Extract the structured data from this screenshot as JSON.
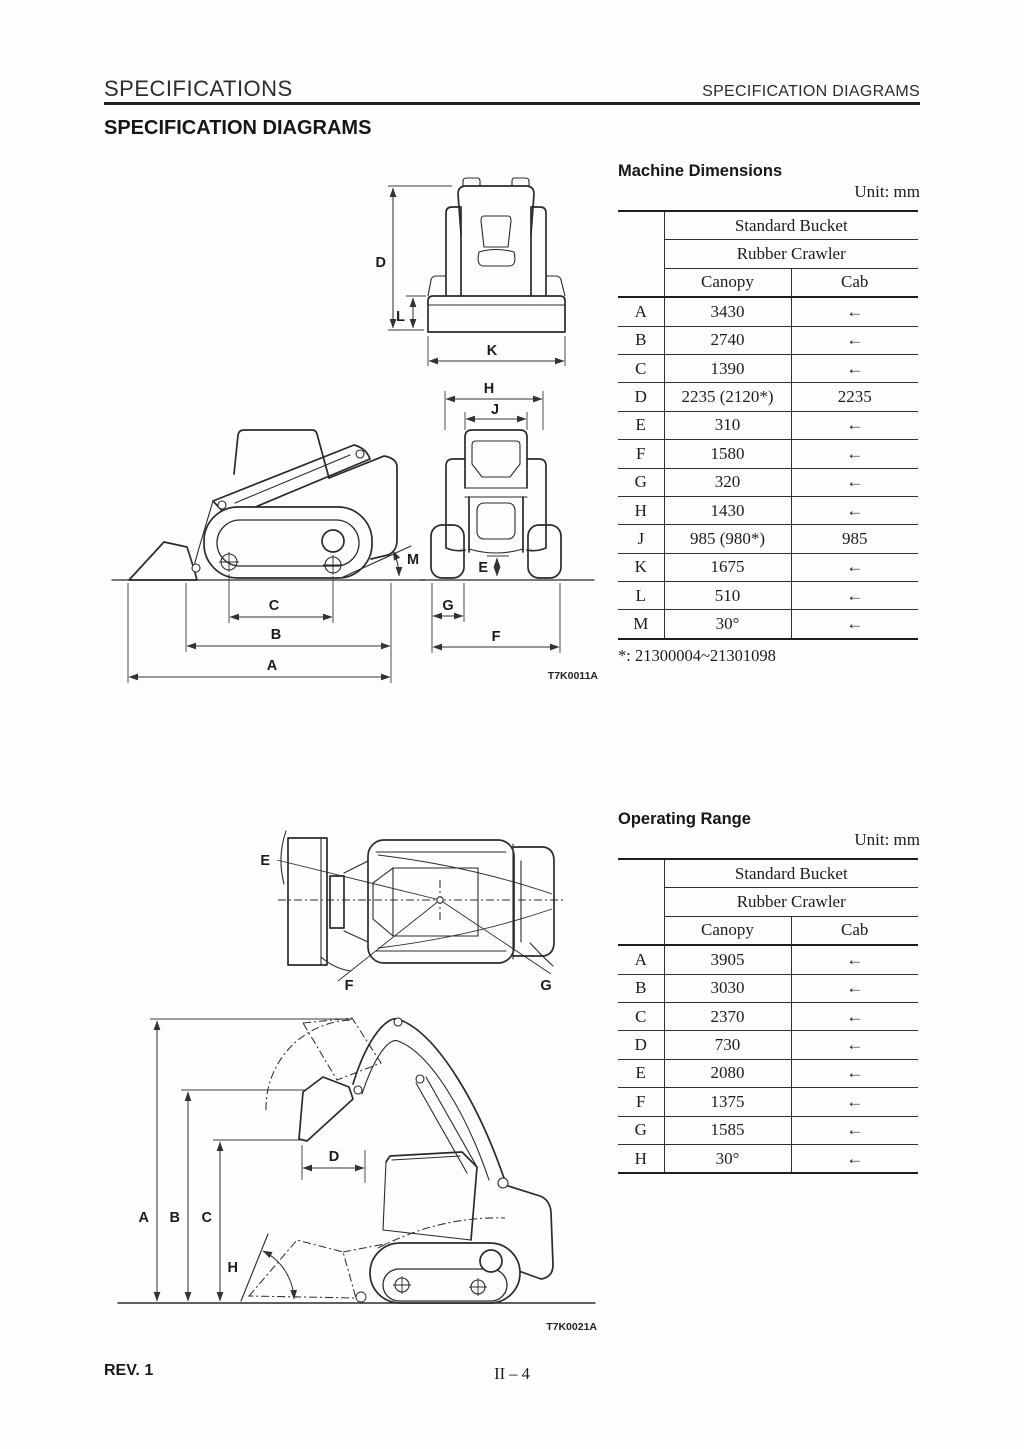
{
  "page": {
    "header_left": "SPECIFICATIONS",
    "header_right": "SPECIFICATION DIAGRAMS",
    "section_title": "SPECIFICATION DIAGRAMS",
    "footer_rev": "REV. 1",
    "footer_page": "II – 4"
  },
  "machine_dimensions": {
    "title": "Machine Dimensions",
    "unit": "Unit: mm",
    "header": {
      "bucket": "Standard Bucket",
      "crawler": "Rubber Crawler",
      "canopy": "Canopy",
      "cab": "Cab"
    },
    "rows": [
      {
        "key": "A",
        "canopy": "3430",
        "cab": "←"
      },
      {
        "key": "B",
        "canopy": "2740",
        "cab": "←"
      },
      {
        "key": "C",
        "canopy": "1390",
        "cab": "←"
      },
      {
        "key": "D",
        "canopy": "2235 (2120*)",
        "cab": "2235"
      },
      {
        "key": "E",
        "canopy": "310",
        "cab": "←"
      },
      {
        "key": "F",
        "canopy": "1580",
        "cab": "←"
      },
      {
        "key": "G",
        "canopy": "320",
        "cab": "←"
      },
      {
        "key": "H",
        "canopy": "1430",
        "cab": "←"
      },
      {
        "key": "J",
        "canopy": "985 (980*)",
        "cab": "985"
      },
      {
        "key": "K",
        "canopy": "1675",
        "cab": "←"
      },
      {
        "key": "L",
        "canopy": "510",
        "cab": "←"
      },
      {
        "key": "M",
        "canopy": "30°",
        "cab": "←"
      }
    ],
    "footnote": "*: 21300004~21301098",
    "figure_code": "T7K0011A",
    "labels": {
      "D": "D",
      "L": "L",
      "K": "K",
      "H": "H",
      "J": "J",
      "E": "E",
      "G": "G",
      "F": "F",
      "M": "M",
      "C": "C",
      "B": "B",
      "A": "A"
    }
  },
  "operating_range": {
    "title": "Operating Range",
    "unit": "Unit: mm",
    "header": {
      "bucket": "Standard Bucket",
      "crawler": "Rubber Crawler",
      "canopy": "Canopy",
      "cab": "Cab"
    },
    "rows": [
      {
        "key": "A",
        "canopy": "3905",
        "cab": "←"
      },
      {
        "key": "B",
        "canopy": "3030",
        "cab": "←"
      },
      {
        "key": "C",
        "canopy": "2370",
        "cab": "←"
      },
      {
        "key": "D",
        "canopy": "730",
        "cab": "←"
      },
      {
        "key": "E",
        "canopy": "2080",
        "cab": "←"
      },
      {
        "key": "F",
        "canopy": "1375",
        "cab": "←"
      },
      {
        "key": "G",
        "canopy": "1585",
        "cab": "←"
      },
      {
        "key": "H",
        "canopy": "30°",
        "cab": "←"
      }
    ],
    "figure_code": "T7K0021A",
    "labels": {
      "E": "E",
      "F": "F",
      "G": "G",
      "A": "A",
      "B": "B",
      "C": "C",
      "D": "D",
      "H": "H"
    }
  }
}
